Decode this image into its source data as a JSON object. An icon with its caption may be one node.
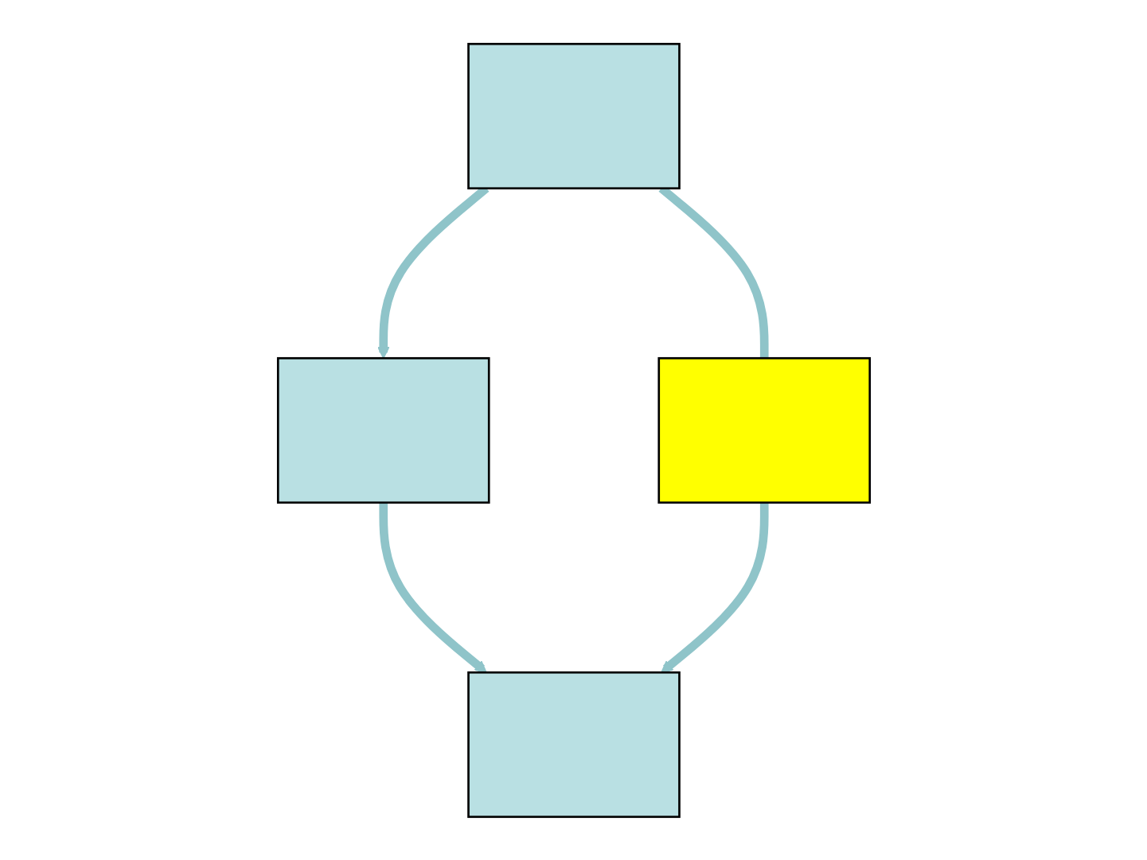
{
  "diagram": {
    "nodes": [
      {
        "text": [],
        "shape": "box"
      },
      {
        "text": [],
        "shape": "box"
      },
      {
        "text": [],
        "shape": "box"
      },
      {
        "text": [],
        "shape": "box"
      }
    ],
    "edges": [
      {
        "from": 1,
        "to": 0,
        "arrow": "to"
      },
      {
        "from": 0,
        "to": 2,
        "arrow": "to"
      },
      {
        "from": 1,
        "to": 3,
        "arrow": "none"
      },
      {
        "from": 3,
        "to": 2,
        "arrow": "to"
      }
    ]
  }
}
